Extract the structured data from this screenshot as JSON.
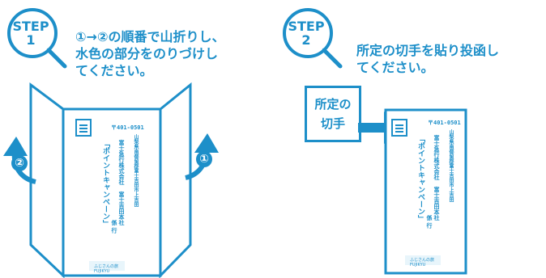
{
  "step1": {
    "badge_word": "STEP",
    "badge_num": "1",
    "instruction": "①→②の順番で山折りし、\n水色の部分をのりづけし\nてください。",
    "marker1": "①",
    "marker2": "②"
  },
  "step2": {
    "badge_word": "STEP",
    "badge_num": "2",
    "instruction": "所定の切手を貼り投函し\nてください。",
    "stamp_label_line1": "所定の",
    "stamp_label_line2": "切手"
  },
  "envelope": {
    "postal": "〒401-0501",
    "address": "山梨県南都留郡富士吉田市上吉田",
    "company": "富士急行株式会社",
    "campaign": "「ポイントキャンペーン」",
    "dept": "富士吉田本社",
    "suffix": "係 行",
    "logo_text": "ふじさんの旅",
    "logo_sub": "FUJIKYU"
  },
  "colors": {
    "accent": "#1d8fc9",
    "light": "#8fd0ee"
  }
}
